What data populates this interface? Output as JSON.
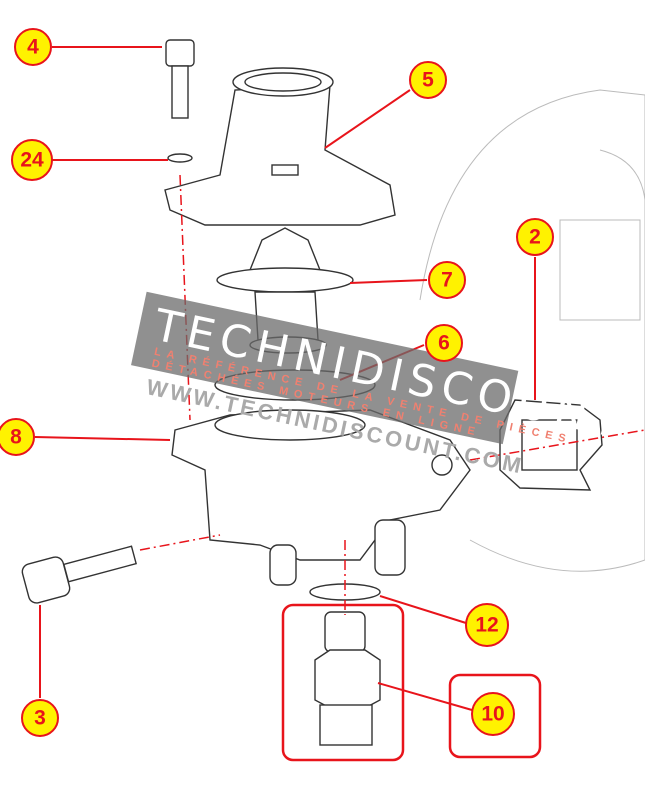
{
  "title": "Thermostat housing exploded parts diagram",
  "callouts": [
    {
      "id": "4",
      "label": "4"
    },
    {
      "id": "24",
      "label": "24"
    },
    {
      "id": "5",
      "label": "5"
    },
    {
      "id": "2",
      "label": "2"
    },
    {
      "id": "7",
      "label": "7"
    },
    {
      "id": "6",
      "label": "6"
    },
    {
      "id": "8",
      "label": "8"
    },
    {
      "id": "12",
      "label": "12"
    },
    {
      "id": "10",
      "label": "10"
    },
    {
      "id": "3",
      "label": "3"
    }
  ],
  "watermark": {
    "brand": "TECHNIDISCOUNT",
    "tagline1": "LA RÉFÉRENCE DE LA VENTE DE PIÈCES",
    "tagline2": "DÉTACHÉES MOTEURS EN LIGNE",
    "url": "WWW.TECHNIDISCOUNT.COM"
  },
  "colors": {
    "accent": "#e8141b",
    "callout_fill": "#fff200"
  }
}
